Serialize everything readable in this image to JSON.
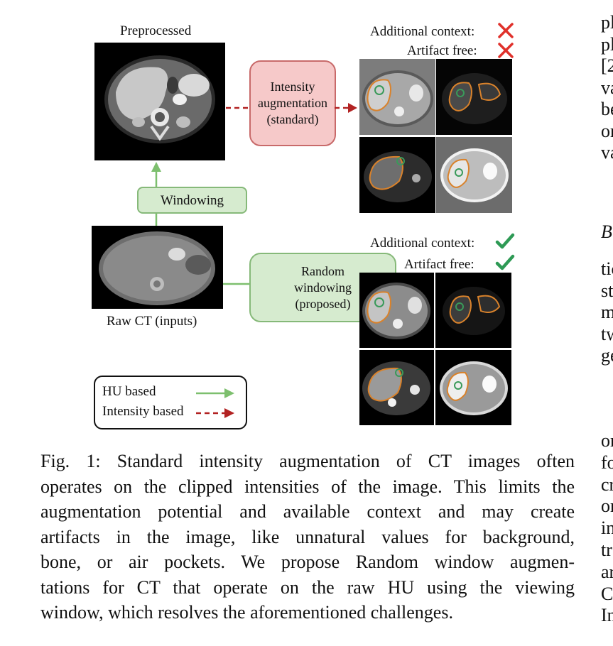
{
  "figure": {
    "preprocessed_label": "Preprocessed",
    "raw_label": "Raw CT (inputs)",
    "windowing_label": "Windowing",
    "standard_box": [
      "Intensity",
      "augmentation",
      "(standard)"
    ],
    "proposed_box": [
      "Random",
      "windowing",
      "(proposed)"
    ],
    "top_context": "Additional context:",
    "top_artifact": "Artifact free:",
    "bottom_context": "Additional context:",
    "bottom_artifact": "Artifact free:",
    "legend_hu": "HU based",
    "legend_intensity": "Intensity based",
    "colors": {
      "green_arrow": "#7dbf6e",
      "red_arrow": "#b22222",
      "red_box_fill": "#f6c9c9",
      "red_box_border": "#c86a6a",
      "green_box_fill": "#d6ebcf",
      "green_box_border": "#86b979",
      "cross": "#e0312b",
      "check": "#2e9a55",
      "liver_outline": "#d9822b",
      "tumor_outline": "#3a9a5a"
    },
    "status_icons": {
      "top_context": "cross-icon",
      "top_artifact": "cross-icon",
      "bottom_context": "check-icon",
      "bottom_artifact": "check-icon"
    }
  },
  "caption": {
    "lines": [
      "Fig. 1: Standard intensity augmentation of CT images often",
      "operates on the clipped intensities of the image. This limits the",
      "augmentation potential and available context and may create",
      "artifacts in the image, like unnatural values for background,",
      "bone, or air pockets. We propose Random window augmen-",
      "tations for CT that operate on the raw HU using the viewing",
      "window, which resolves the aforementioned challenges."
    ]
  },
  "right_column": {
    "lines_top": [
      "pl",
      "pl",
      "[2",
      "va",
      "be",
      "or",
      "va"
    ],
    "section_marker": "B",
    "lines_mid": [
      "tic",
      "st",
      "m",
      "tw",
      "ge"
    ],
    "lines_bottom": [
      "or",
      "fo",
      "cr",
      "or",
      "in",
      "tr",
      "ar",
      "C",
      "In"
    ]
  }
}
